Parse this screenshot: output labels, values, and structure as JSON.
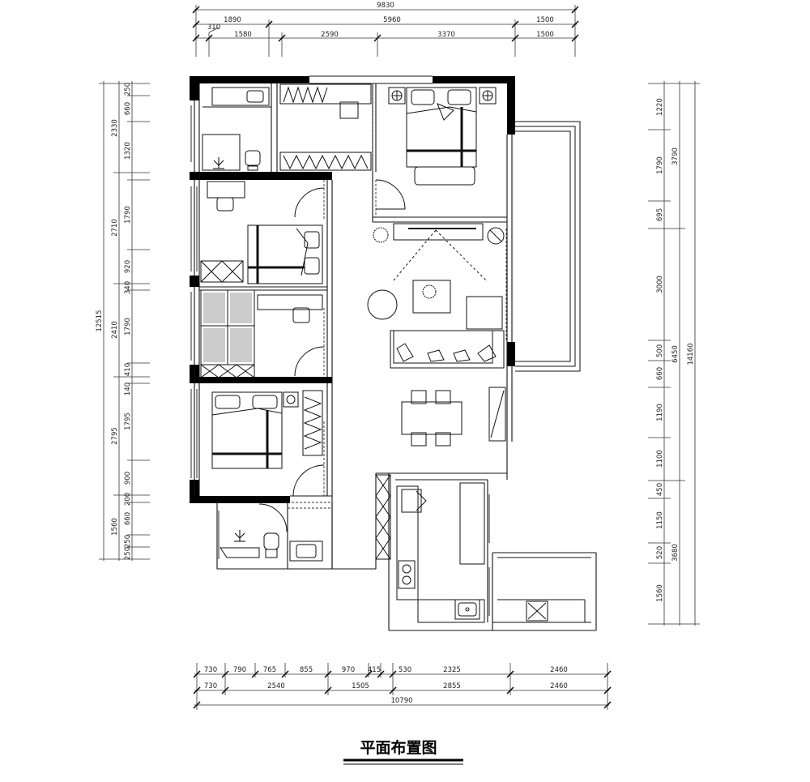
{
  "title": "平面布置图",
  "dims": {
    "top_total": "9830",
    "top_row1": [
      "1890",
      "5960",
      "1500"
    ],
    "top_row2": [
      "310",
      "1580",
      "2590",
      "3370",
      "1500"
    ],
    "left_total": "12515",
    "left_row1": [
      "2330",
      "2710",
      "2410",
      "2795",
      "1560"
    ],
    "left_row2": [
      "250",
      "660",
      "1320",
      "1790",
      "920",
      "340",
      "1790",
      "410",
      "140",
      "1795",
      "900",
      "200",
      "660",
      "250",
      "250"
    ],
    "right_total": "14160",
    "right_row1": [
      "3790",
      "6450",
      "3680"
    ],
    "right_row2": [
      "1220",
      "1790",
      "695",
      "3000",
      "500",
      "660",
      "1190",
      "1100",
      "450",
      "1150",
      "520",
      "1560"
    ],
    "bottom_total": "10790",
    "bottom_row1": [
      "730",
      "790",
      "765",
      "855",
      "970",
      "415",
      "530",
      "2325",
      "2460"
    ],
    "bottom_row2": [
      "730",
      "2540",
      "1505",
      "2855",
      "2460"
    ]
  }
}
